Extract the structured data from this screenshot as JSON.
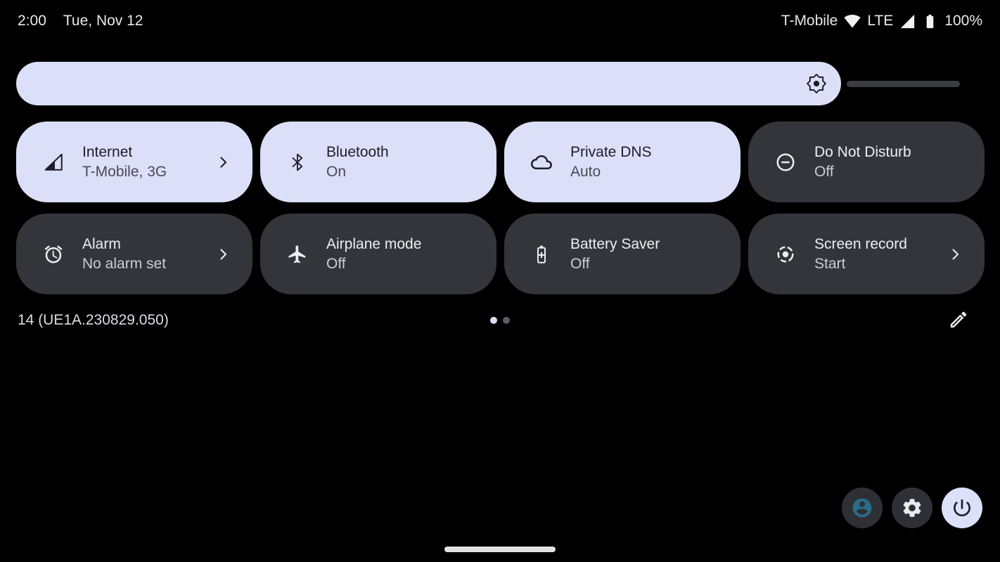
{
  "status_bar": {
    "time": "2:00",
    "date": "Tue, Nov 12",
    "carrier": "T-Mobile",
    "network_type": "LTE",
    "battery_percent": "100%",
    "icons": [
      "wifi-icon",
      "cellular-signal-icon",
      "battery-icon"
    ]
  },
  "brightness": {
    "icon": "brightness-icon",
    "value_percent": 87
  },
  "tiles": [
    {
      "title": "Internet",
      "subtitle": "T-Mobile, 3G",
      "icon": "signal-cellular-icon",
      "state": "active",
      "has_chevron": true
    },
    {
      "title": "Bluetooth",
      "subtitle": "On",
      "icon": "bluetooth-icon",
      "state": "active",
      "has_chevron": false
    },
    {
      "title": "Private DNS",
      "subtitle": "Auto",
      "icon": "cloud-icon",
      "state": "active",
      "has_chevron": false
    },
    {
      "title": "Do Not Disturb",
      "subtitle": "Off",
      "icon": "do-not-disturb-icon",
      "state": "inactive",
      "has_chevron": false
    },
    {
      "title": "Alarm",
      "subtitle": "No alarm set",
      "icon": "alarm-icon",
      "state": "inactive",
      "has_chevron": true
    },
    {
      "title": "Airplane mode",
      "subtitle": "Off",
      "icon": "airplane-icon",
      "state": "inactive",
      "has_chevron": false
    },
    {
      "title": "Battery Saver",
      "subtitle": "Off",
      "icon": "battery-saver-icon",
      "state": "inactive",
      "has_chevron": false
    },
    {
      "title": "Screen record",
      "subtitle": "Start",
      "icon": "screen-record-icon",
      "state": "inactive",
      "has_chevron": true
    }
  ],
  "footer": {
    "build_label": "14 (UE1A.230829.050)",
    "page_dots": {
      "count": 2,
      "active_index": 0
    },
    "edit_icon": "pencil-icon"
  },
  "quick_buttons": [
    {
      "icon": "user-avatar-icon"
    },
    {
      "icon": "settings-gear-icon"
    },
    {
      "icon": "power-icon"
    }
  ],
  "colors": {
    "background": "#000000",
    "tile_active_bg": "#dbe0f8",
    "tile_inactive_bg": "#34353b",
    "tile_active_text": "#1c1e2a",
    "tile_inactive_text": "#eceef1",
    "slider_track": "#3b3c41",
    "avatar_accent": "#2a6d8a",
    "status_text": "#e9e9ea"
  }
}
